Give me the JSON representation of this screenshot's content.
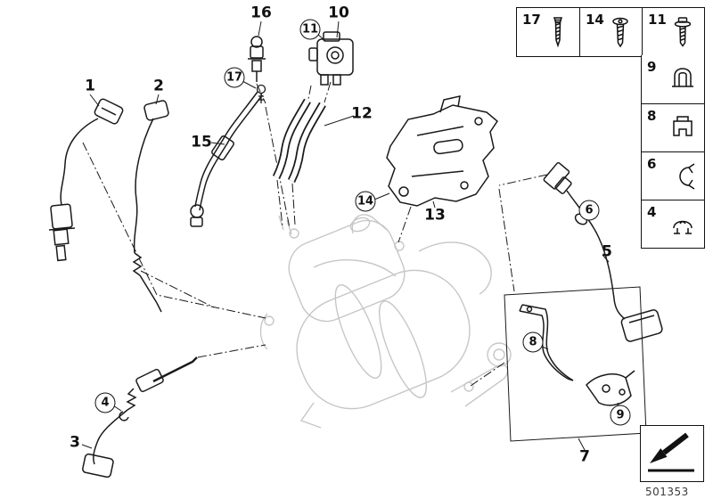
{
  "colors": {
    "line": "#1a1a1a",
    "ghost": "#c7c7c7",
    "background": "#ffffff"
  },
  "drawing_number": "501353",
  "callouts": [
    {
      "label": "1",
      "circled": false
    },
    {
      "label": "2",
      "circled": false
    },
    {
      "label": "3",
      "circled": false
    },
    {
      "label": "4",
      "circled": true
    },
    {
      "label": "5",
      "circled": false
    },
    {
      "label": "6",
      "circled": true
    },
    {
      "label": "7",
      "circled": false
    },
    {
      "label": "8",
      "circled": true
    },
    {
      "label": "9",
      "circled": true
    },
    {
      "label": "10",
      "circled": false
    },
    {
      "label": "11",
      "circled": true
    },
    {
      "label": "12",
      "circled": false
    },
    {
      "label": "13",
      "circled": false
    },
    {
      "label": "14",
      "circled": true
    },
    {
      "label": "15",
      "circled": false
    },
    {
      "label": "16",
      "circled": false
    },
    {
      "label": "17",
      "circled": true
    }
  ],
  "legend": {
    "row_cells": [
      {
        "label": "17",
        "icon": "tapping-screw-icon"
      },
      {
        "label": "14",
        "icon": "pan-head-screw-icon"
      },
      {
        "label": "11",
        "icon": "collar-screw-icon"
      }
    ],
    "column_cells": [
      {
        "label": "9",
        "icon": "expanding-clip-icon"
      },
      {
        "label": "8",
        "icon": "holder-clip-icon"
      },
      {
        "label": "6",
        "icon": "hose-clamp-icon"
      },
      {
        "label": "4",
        "icon": "cable-clip-icon"
      }
    ]
  },
  "direction_symbol": "view-direction-arrow-icon"
}
